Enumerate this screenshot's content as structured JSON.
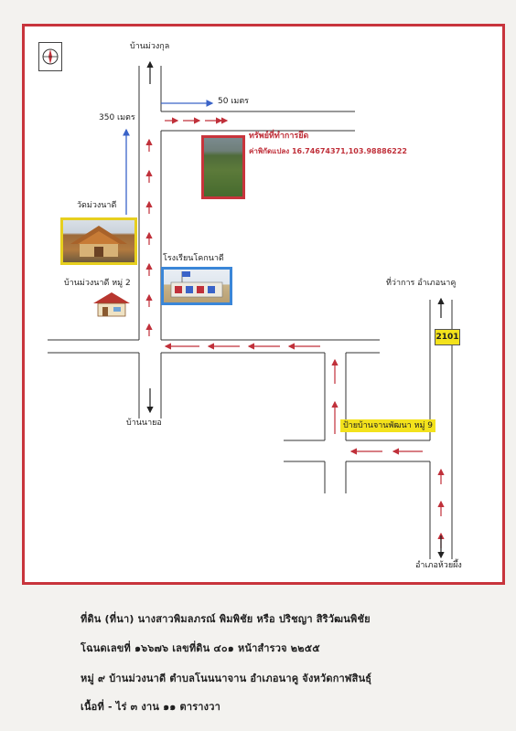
{
  "map": {
    "top_road_label": "บ้านม่วงกุล",
    "bottom_road_label": "บ้านนายอ",
    "distance_50": "50 เมตร",
    "distance_350": "350 เมตร",
    "property_title": "ทรัพย์ที่ทำการยึด",
    "coordinates": "ค่าพิกัดแปลง 16.74674371,103.98886222",
    "temple_label": "วัดม่วงนาดี",
    "village_label": "บ้านม่วงนาดี  หมู่ 2",
    "school_label": "โรงเรียนโคกนาดี",
    "district_office_label": "ที่ว่าการ อำเภอนาคู",
    "route_number": "2101",
    "village_sign": "ป้ายบ้านจานพัฒนา  หมู่ 9",
    "bottom_right_label": "อำเภอห้วยผึ้ง"
  },
  "info": {
    "line1": "ที่ดิน (ที่นา)  นางสาวพิมลภรณ์  พิมพิชัย  หรือ  ปริชญา  สิริวัฒนพิชัย",
    "line2": "โฉนดเลขที่  ๑๖๖๗๖    เลขที่ดิน  ๔๐๑    หน้าสำรวจ  ๒๒๕๕",
    "line3": "หมู่  ๙   บ้านม่วงนาดี   ตำบลโนนนาจาน   อำเภอนาคู    จังหวัดกาฬสินธุ์",
    "line4": "เนื้อที่  -  ไร่    ๓   งาน    ๑๑   ตารางวา"
  },
  "colors": {
    "frame": "#c8343c",
    "arrow": "#c0303a",
    "blue_arrow": "#3a63c8",
    "highlight_yellow": "#f3e21c",
    "school_frame": "#3a86d8"
  }
}
